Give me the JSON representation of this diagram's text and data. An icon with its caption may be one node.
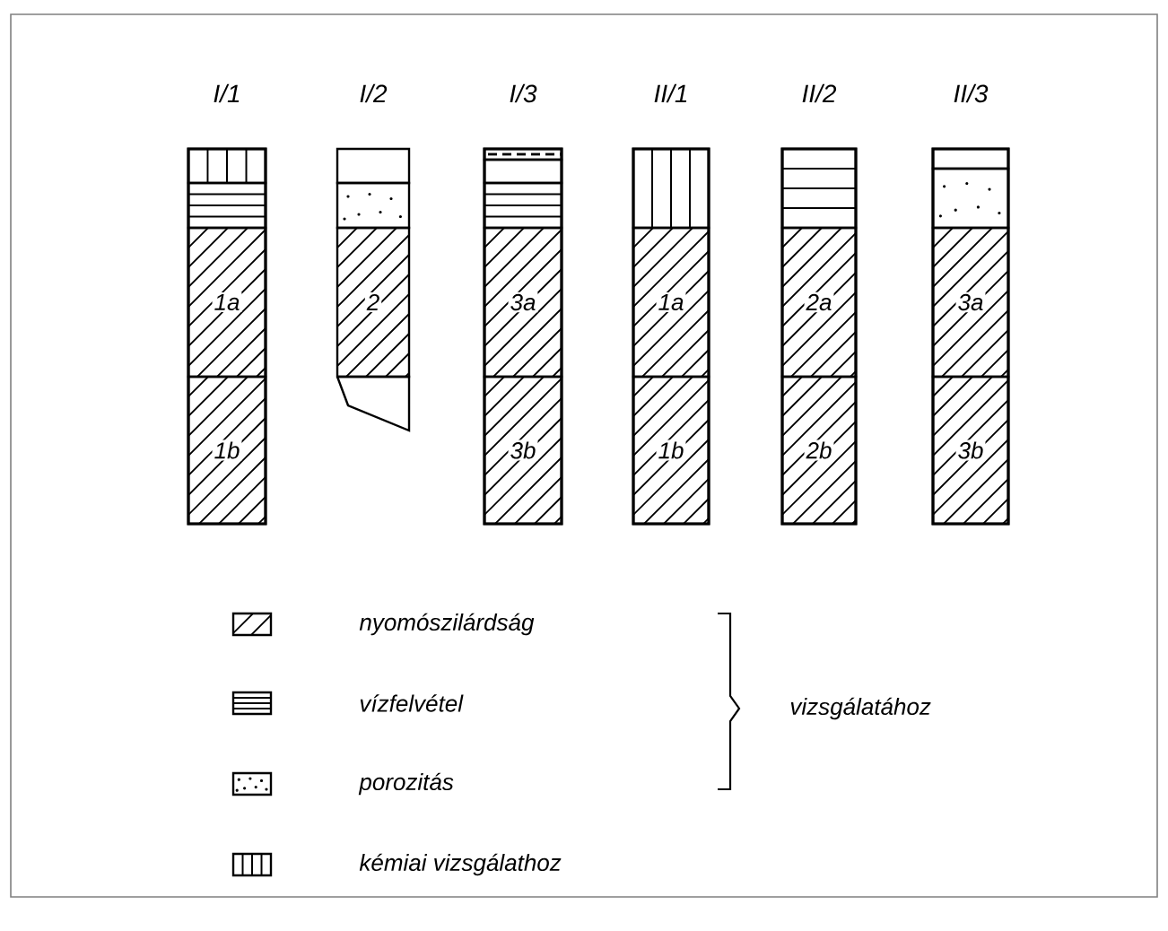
{
  "diagram": {
    "nodes": [
      {
        "text": [
          "I/1"
        ]
      },
      {
        "text": [
          "I/2"
        ]
      },
      {
        "text": [
          "I/3"
        ]
      },
      {
        "text": [
          "II/1"
        ]
      },
      {
        "text": [
          "II/2"
        ]
      },
      {
        "text": [
          "II/3"
        ]
      },
      {
        "text": [
          "1a"
        ],
        "in": 0
      },
      {
        "text": [
          "1b"
        ],
        "in": 0
      },
      {
        "text": [
          "2"
        ],
        "in": 1
      },
      {
        "text": [
          "3a"
        ],
        "in": 2
      },
      {
        "text": [
          "3b"
        ],
        "in": 2
      },
      {
        "text": [
          "1a"
        ],
        "in": 3
      },
      {
        "text": [
          "1b"
        ],
        "in": 3
      },
      {
        "text": [
          "2a"
        ],
        "in": 4
      },
      {
        "text": [
          "2b"
        ],
        "in": 4
      },
      {
        "text": [
          "3a"
        ],
        "in": 5
      },
      {
        "text": [
          "3b"
        ],
        "in": 5
      }
    ],
    "labels": [
      "vizsgálatához"
    ],
    "legend": [
      {
        "text": "nyomószilárdság"
      },
      {
        "text": "vízfelvétel"
      },
      {
        "text": "porozitás"
      },
      {
        "text": "kémiai vizsgálathoz"
      }
    ]
  }
}
